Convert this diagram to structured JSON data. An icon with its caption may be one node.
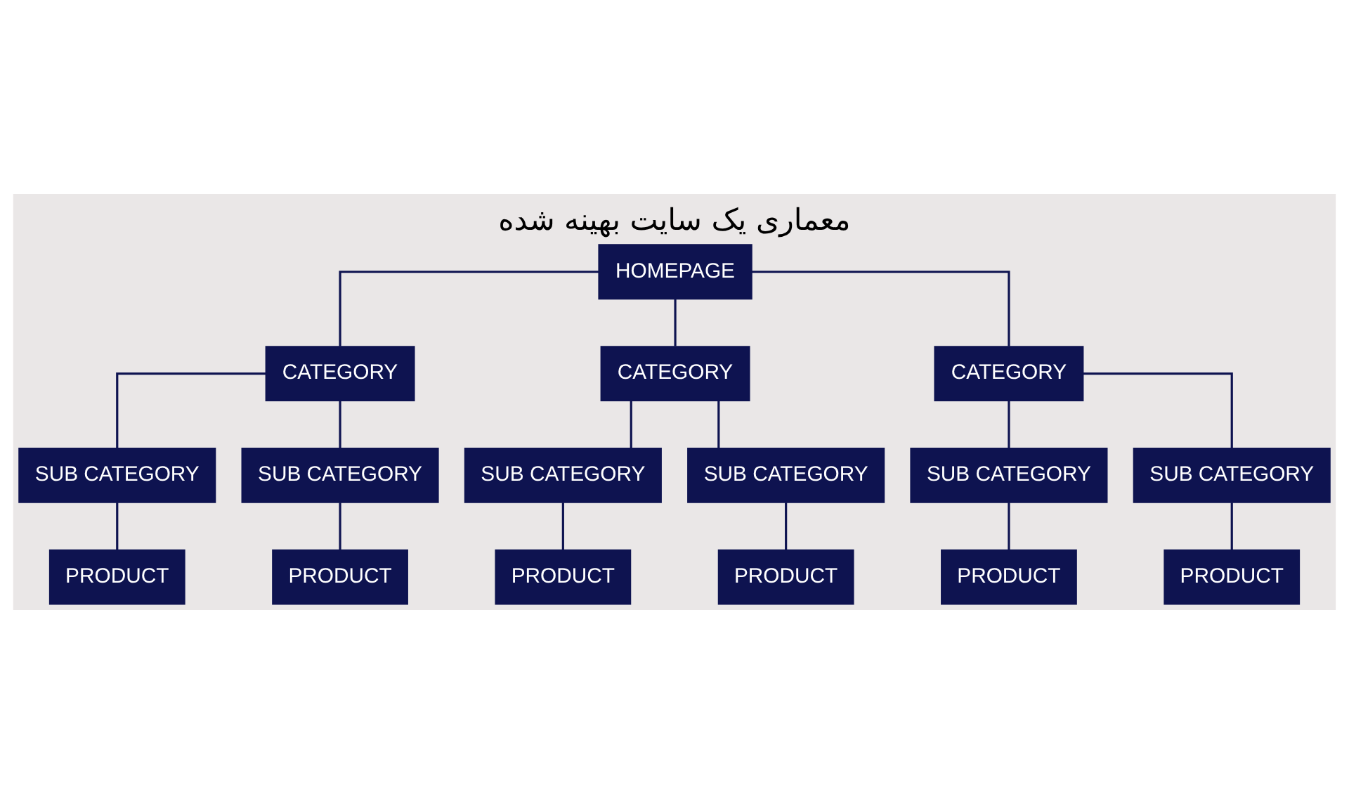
{
  "diagram": {
    "title": "معماری یک سایت بهینه شده",
    "nodes": [
      {
        "text": [
          "HOMEPAGE"
        ]
      },
      {
        "text": [
          "CATEGORY"
        ]
      },
      {
        "text": [
          "CATEGORY"
        ]
      },
      {
        "text": [
          "CATEGORY"
        ]
      },
      {
        "text": [
          "SUB CATEGORY"
        ]
      },
      {
        "text": [
          "SUB CATEGORY"
        ]
      },
      {
        "text": [
          "SUB CATEGORY"
        ]
      },
      {
        "text": [
          "SUB CATEGORY"
        ]
      },
      {
        "text": [
          "SUB CATEGORY"
        ]
      },
      {
        "text": [
          "SUB CATEGORY"
        ]
      },
      {
        "text": [
          "PRODUCT"
        ]
      },
      {
        "text": [
          "PRODUCT"
        ]
      },
      {
        "text": [
          "PRODUCT"
        ]
      },
      {
        "text": [
          "PRODUCT"
        ]
      },
      {
        "text": [
          "PRODUCT"
        ]
      },
      {
        "text": [
          "PRODUCT"
        ]
      }
    ],
    "edges": [
      {
        "from": 0,
        "to": 1,
        "arrow": "none"
      },
      {
        "from": 0,
        "to": 2,
        "arrow": "none"
      },
      {
        "from": 0,
        "to": 3,
        "arrow": "none"
      },
      {
        "from": 1,
        "to": 4,
        "arrow": "none"
      },
      {
        "from": 1,
        "to": 5,
        "arrow": "none"
      },
      {
        "from": 2,
        "to": 6,
        "arrow": "none"
      },
      {
        "from": 2,
        "to": 7,
        "arrow": "none"
      },
      {
        "from": 3,
        "to": 8,
        "arrow": "none"
      },
      {
        "from": 3,
        "to": 9,
        "arrow": "none"
      },
      {
        "from": 4,
        "to": 10,
        "arrow": "none"
      },
      {
        "from": 5,
        "to": 11,
        "arrow": "none"
      },
      {
        "from": 6,
        "to": 12,
        "arrow": "none"
      },
      {
        "from": 7,
        "to": 13,
        "arrow": "none"
      },
      {
        "from": 8,
        "to": 14,
        "arrow": "none"
      },
      {
        "from": 9,
        "to": 15,
        "arrow": "none"
      }
    ]
  }
}
